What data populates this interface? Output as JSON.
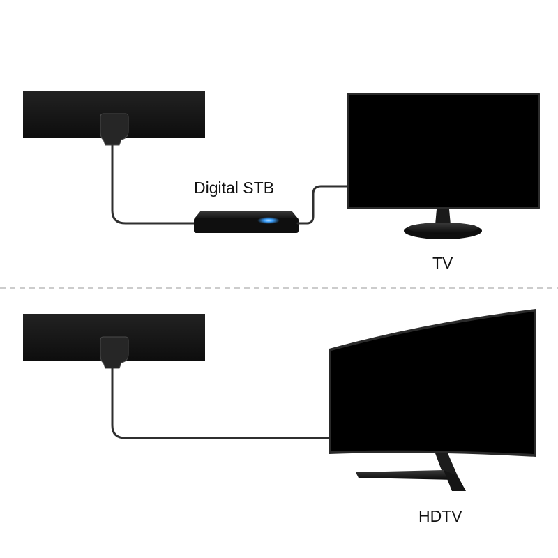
{
  "labels": {
    "stb": "Digital STB",
    "tv": "TV",
    "hdtv": "HDTV"
  },
  "colors": {
    "background": "#ffffff",
    "device": "#111111",
    "indicator": "#3aa0ff",
    "divider": "#bbbbbb"
  }
}
